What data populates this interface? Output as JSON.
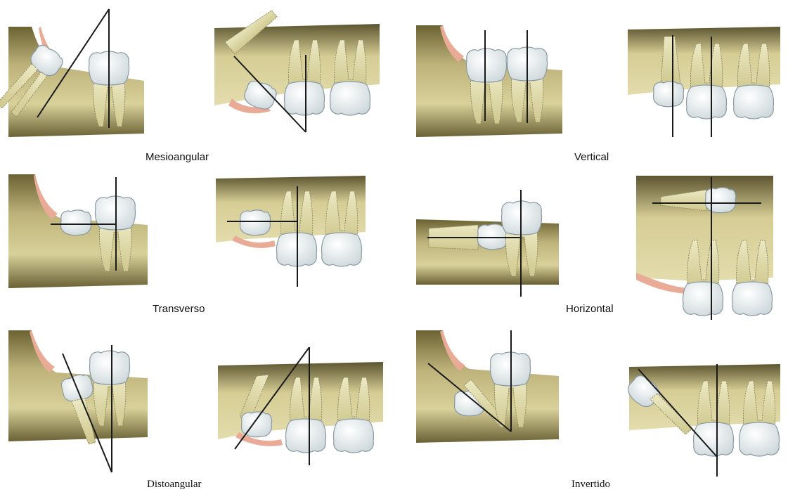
{
  "figure": {
    "colors": {
      "bone": "#d8cf95",
      "bone_dark": "#59522e",
      "gum": "#e9ab95",
      "tooth": "#f1f4f5",
      "tooth_outline": "#8a9aa2",
      "root": "#ddd9a6",
      "line": "#1a1a1a"
    },
    "panels": [
      {
        "label": "Mesioangular",
        "views": [
          "lower-jaw",
          "upper-jaw"
        ]
      },
      {
        "label": "Vertical",
        "views": [
          "lower-jaw",
          "upper-jaw"
        ]
      },
      {
        "label": "Transverso",
        "views": [
          "lower-jaw",
          "upper-jaw"
        ]
      },
      {
        "label": "Horizontal",
        "views": [
          "lower-jaw",
          "upper-jaw"
        ]
      },
      {
        "label": "Distoangular",
        "views": [
          "lower-jaw",
          "upper-jaw"
        ]
      },
      {
        "label": "Invertido",
        "views": [
          "lower-jaw",
          "upper-jaw"
        ]
      }
    ]
  }
}
